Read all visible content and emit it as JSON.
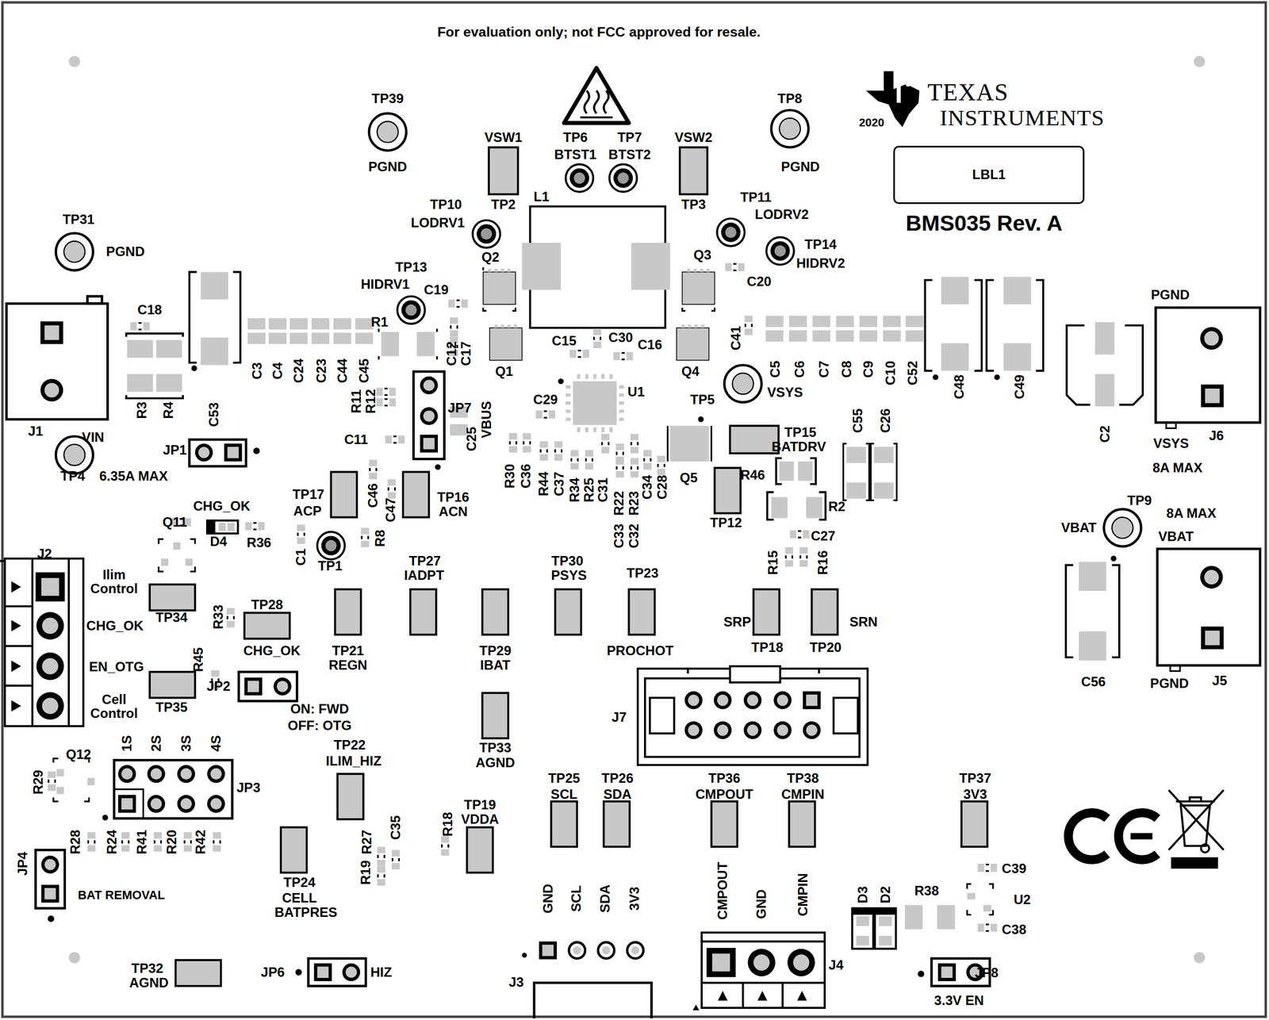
{
  "diagram": {
    "nodes": [
      {
        "text": [
          "LBL1"
        ]
      }
    ],
    "labels": [
      "For evaluation only; not FCC approved for resale.",
      "TP39",
      "PGND",
      "VSW1",
      "TP6",
      "BTST1",
      "TP7",
      "BTST2",
      "VSW2",
      "TP8",
      "PGND",
      "TEXAS",
      "2020",
      "INSTRUMENTS",
      "TP2",
      "TP3",
      "L1",
      "TP10",
      "TP11",
      "LODRV1",
      "LODRV2",
      "BMS035 Rev. A",
      "TP31",
      "TP14",
      "PGND",
      "Q2",
      "Q3",
      "HIDRV2",
      "TP13",
      "C20",
      "HIDRV1",
      "C19",
      "C18",
      "R1",
      "C41",
      "C15",
      "C30",
      "C16",
      "C12",
      "C17",
      "C3",
      "C4",
      "C24",
      "C23",
      "C44",
      "C45",
      "Q1",
      "Q4",
      "C5",
      "C6",
      "C7",
      "C8",
      "C9",
      "C10",
      "C52",
      "C48",
      "C49",
      "PGND",
      "U1",
      "VSYS",
      "C29",
      "TP5",
      "R11",
      "R12",
      "JP7",
      "C53",
      "R3",
      "R4",
      "VBUS",
      "C55",
      "C26",
      "C2",
      "J1",
      "VIN",
      "J6",
      "TP15",
      "C11",
      "C25",
      "VSYS",
      "BATDRV",
      "JP1",
      "8A MAX",
      "TP4",
      "6.35A MAX",
      "R46",
      "Q5",
      "R30",
      "C36",
      "R44",
      "C37",
      "R34",
      "R25",
      "C31",
      "R22",
      "R23",
      "C34",
      "C28",
      "C33",
      "C32",
      "TP17",
      "C46",
      "TP16",
      "R2",
      "CHG_OK",
      "ACP",
      "ACN",
      "TP9",
      "8A MAX",
      "C47",
      "Q11",
      "TP12",
      "VBAT",
      "C27",
      "VBAT",
      "D4",
      "R36",
      "R8",
      "C1",
      "J2",
      "R15",
      "R16",
      "TP1",
      "TP27",
      "TP30",
      "TP23",
      "Ilim Control",
      "IADPT",
      "PSYS",
      "TP28",
      "R33",
      "TP34",
      "SRP",
      "SRN",
      "CHG_OK",
      "TP21",
      "TP29",
      "PROCHOT",
      "TP18",
      "TP20",
      "CHG_OK",
      "R45",
      "REGN",
      "IBAT",
      "EN_OTG",
      "C56",
      "PGND",
      "J5",
      "JP2",
      "Cell Control",
      "TP35",
      "ON: FWD",
      "J7",
      "OFF: OTG",
      "1S",
      "2S",
      "3S",
      "4S",
      "TP22",
      "TP33",
      "Q12",
      "ILIM_HIZ",
      "AGND",
      "TP25",
      "TP26",
      "TP36",
      "TP38",
      "TP37",
      "R29",
      "JP3",
      "SCL",
      "SDA",
      "CMPOUT",
      "CMPIN",
      "3V3",
      "TP19",
      "VDDA",
      "R18",
      "C35",
      "R27",
      "R28",
      "R24",
      "R41",
      "R20",
      "R42",
      "JP4",
      "C39",
      "R19",
      "TP24",
      "CMPOUT",
      "R38",
      "BAT REMOVAL",
      "GND",
      "SCL",
      "SDA",
      "3V3",
      "GND",
      "CMPIN",
      "D3",
      "D2",
      "CELL",
      "U2",
      "BATPRES",
      "C38",
      "J4",
      "TP32",
      "JP6",
      "HIZ",
      "JP8",
      "J3",
      "AGND",
      "3.3V EN"
    ]
  }
}
